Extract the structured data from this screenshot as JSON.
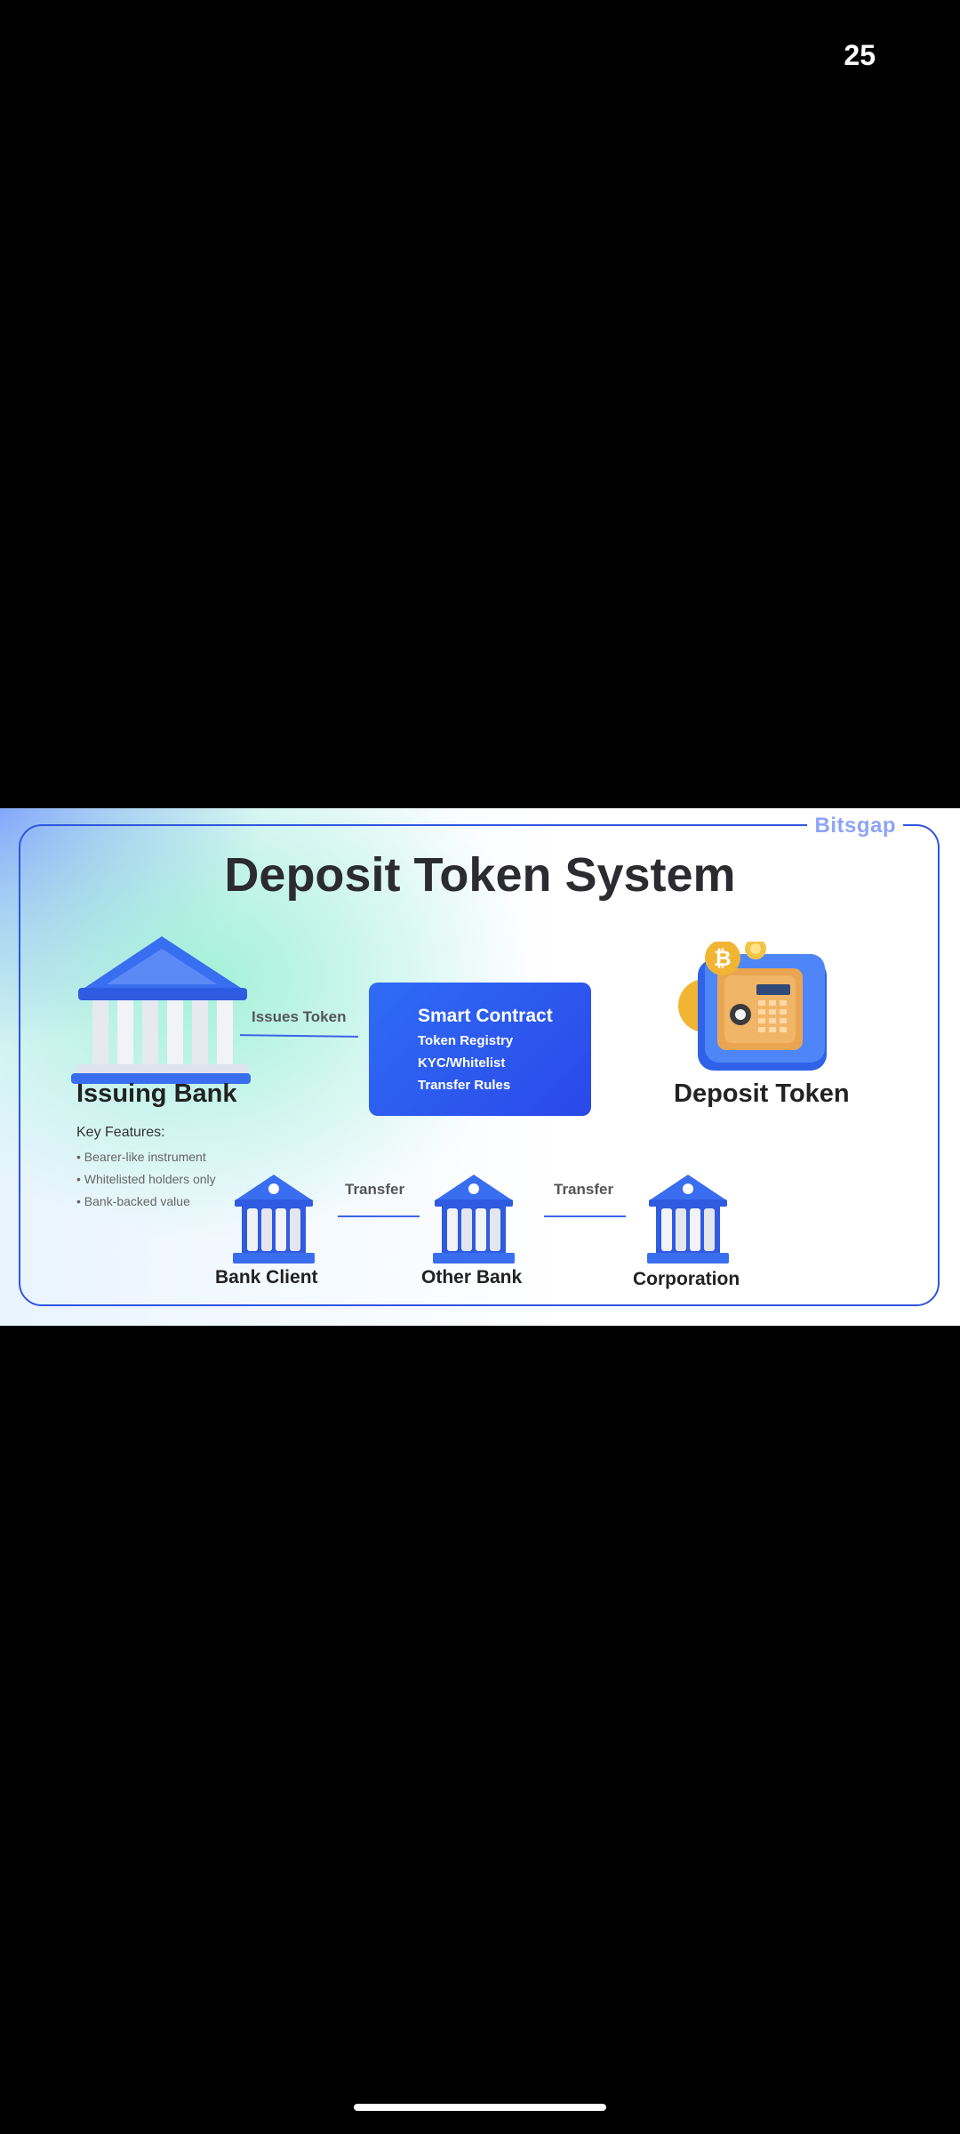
{
  "status": {
    "page_number": "25"
  },
  "slide": {
    "brand": "Bitsgap",
    "title": "Deposit Token System",
    "issuing_bank": {
      "label": "Issuing Bank",
      "features_title": "Key Features:",
      "features": [
        "• Bearer-like instrument",
        "• Whitelisted holders only",
        "• Bank-backed value"
      ]
    },
    "edge_issues": "Issues Token",
    "smart_contract": {
      "title": "Smart Contract",
      "items": [
        "Token Registry",
        "KYC/Whitelist",
        "Transfer Rules"
      ]
    },
    "deposit_token": {
      "label": "Deposit Token"
    },
    "participants": [
      "Bank Client",
      "Other Bank",
      "Corporation"
    ],
    "edge_transfer_1": "Transfer",
    "edge_transfer_2": "Transfer",
    "colors": {
      "accent": "#2f55e0",
      "bank_blue": "#3a6ef0",
      "coin_gold": "#f2b533",
      "safe_orange": "#e9a552"
    }
  }
}
